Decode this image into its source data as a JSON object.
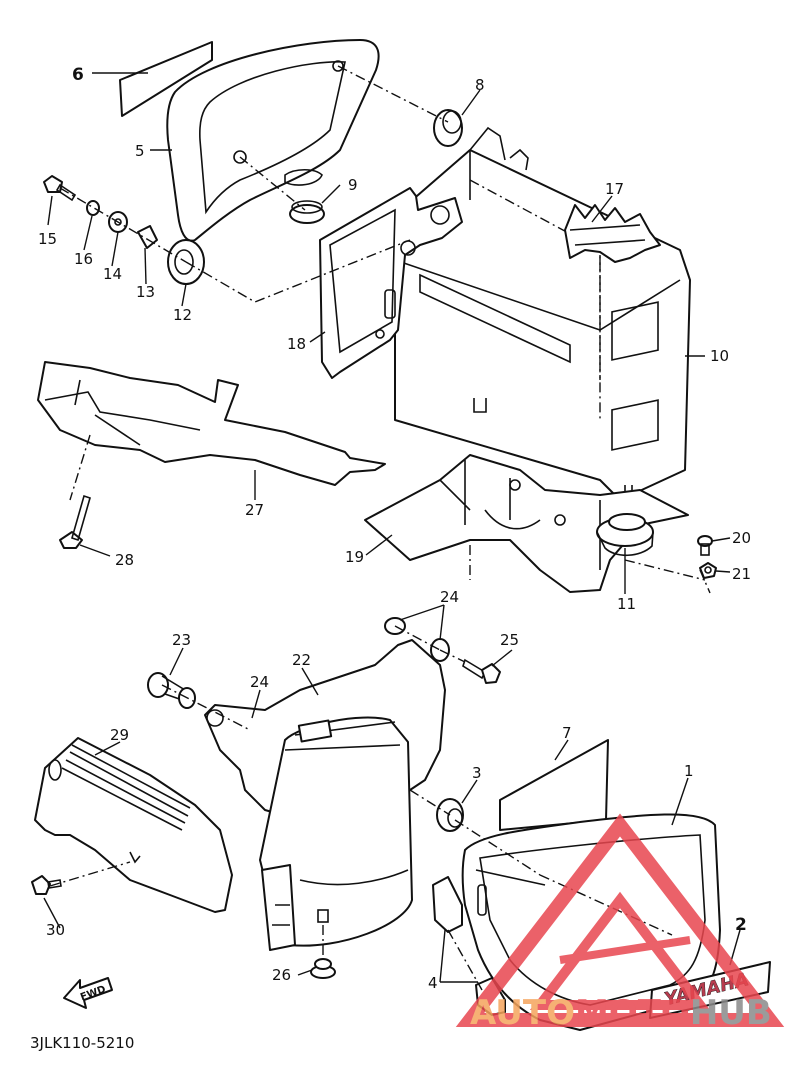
{
  "callouts": {
    "p1": "1",
    "p2": "2",
    "p3": "3",
    "p4": "4",
    "p5": "5",
    "p6": "6",
    "p7": "7",
    "p8": "8",
    "p9": "9",
    "p10": "10",
    "p11": "11",
    "p12": "12",
    "p13": "13",
    "p14": "14",
    "p15": "15",
    "p16": "16",
    "p17": "17",
    "p18": "18",
    "p19": "19",
    "p20": "20",
    "p21": "21",
    "p22": "22",
    "p23": "23",
    "p24a": "24",
    "p24b": "24",
    "p25": "25",
    "p26": "26",
    "p27": "27",
    "p28": "28",
    "p29": "29",
    "p30": "30"
  },
  "fwd_label": "FWD",
  "emblem_text": "YAMAHA",
  "diagram_code": "3JLK110-5210",
  "watermark": {
    "part1": "AUTO",
    "part2": "MOTO",
    "part3": "HUB",
    "colors": {
      "accent": "#f5a45c",
      "red": "#e8464f",
      "gray": "#8a8a8a"
    }
  }
}
